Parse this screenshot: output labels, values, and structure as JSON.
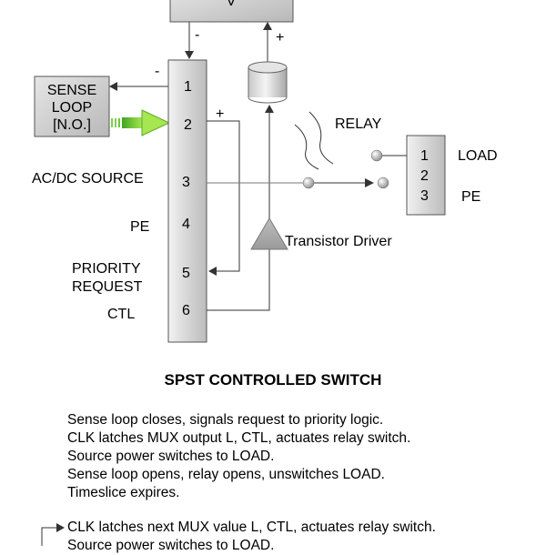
{
  "top_block": {
    "label": "V",
    "minus": "-",
    "plus": "+"
  },
  "sense_loop": {
    "lines": [
      "SENSE",
      "LOOP",
      "[N.O.]"
    ],
    "minus": "-"
  },
  "mux": {
    "pins": [
      "1",
      "2",
      "3",
      "4",
      "5",
      "6"
    ],
    "pin2_plus": "+",
    "left_labels": {
      "ac_dc_source": "AC/DC SOURCE",
      "pe": "PE",
      "priority": "PRIORITY",
      "request": "REQUEST",
      "ctl": "CTL"
    }
  },
  "relay": {
    "label": "RELAY"
  },
  "transistor": {
    "label": "Transistor Driver"
  },
  "output_block": {
    "pins": [
      "1",
      "2",
      "3"
    ],
    "load": "LOAD",
    "pe": "PE"
  },
  "caption": "SPST CONTROLLED SWITCH",
  "description_lines": [
    "Sense loop closes, signals request to priority logic.",
    "CLK latches MUX output L, CTL, actuates relay switch.",
    "Source power switches to LOAD.",
    "Sense loop opens, relay opens, unswitches LOAD.",
    "Timeslice expires."
  ],
  "loop_lines": [
    "CLK latches next MUX value L, CTL, actuates relay switch.",
    "Source power switches to LOAD."
  ]
}
